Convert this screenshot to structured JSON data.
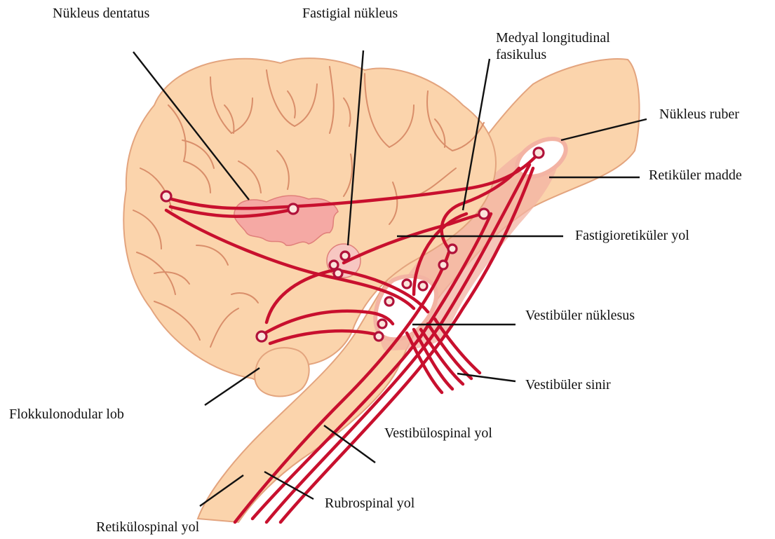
{
  "labels": {
    "nucleus_dentatus": "Nükleus dentatus",
    "fastigial_nucleus": "Fastigial nükleus",
    "mlf": "Medyal longitudinal\nfasikulus",
    "nucleus_ruber": "Nükleus ruber",
    "reticular_substance": "Retiküler madde",
    "fastigioreticular_tract": "Fastigioretiküler yol",
    "vestibular_nucleus": "Vestibüler nüklesus",
    "vestibular_nerve": "Vestibüler sinir",
    "flocculonodular_lobe": "Flokkulonodular lob",
    "vestibulospinal_tract": "Vestibülospinal yol",
    "rubrospinal_tract": "Rubrospinal yol",
    "reticulospinal_tract": "Retikülospinal yol"
  },
  "colors": {
    "tissue": "#fbd4ac",
    "tissue_outline": "#e3a47e",
    "gyri_lines": "#d98e6a",
    "nucleus_fill": "#f5a9a4",
    "reticular_fill": "#f3b3a3",
    "pathway": "#c8102e",
    "neuron_ring": "#b0123a",
    "text": "#111111"
  }
}
